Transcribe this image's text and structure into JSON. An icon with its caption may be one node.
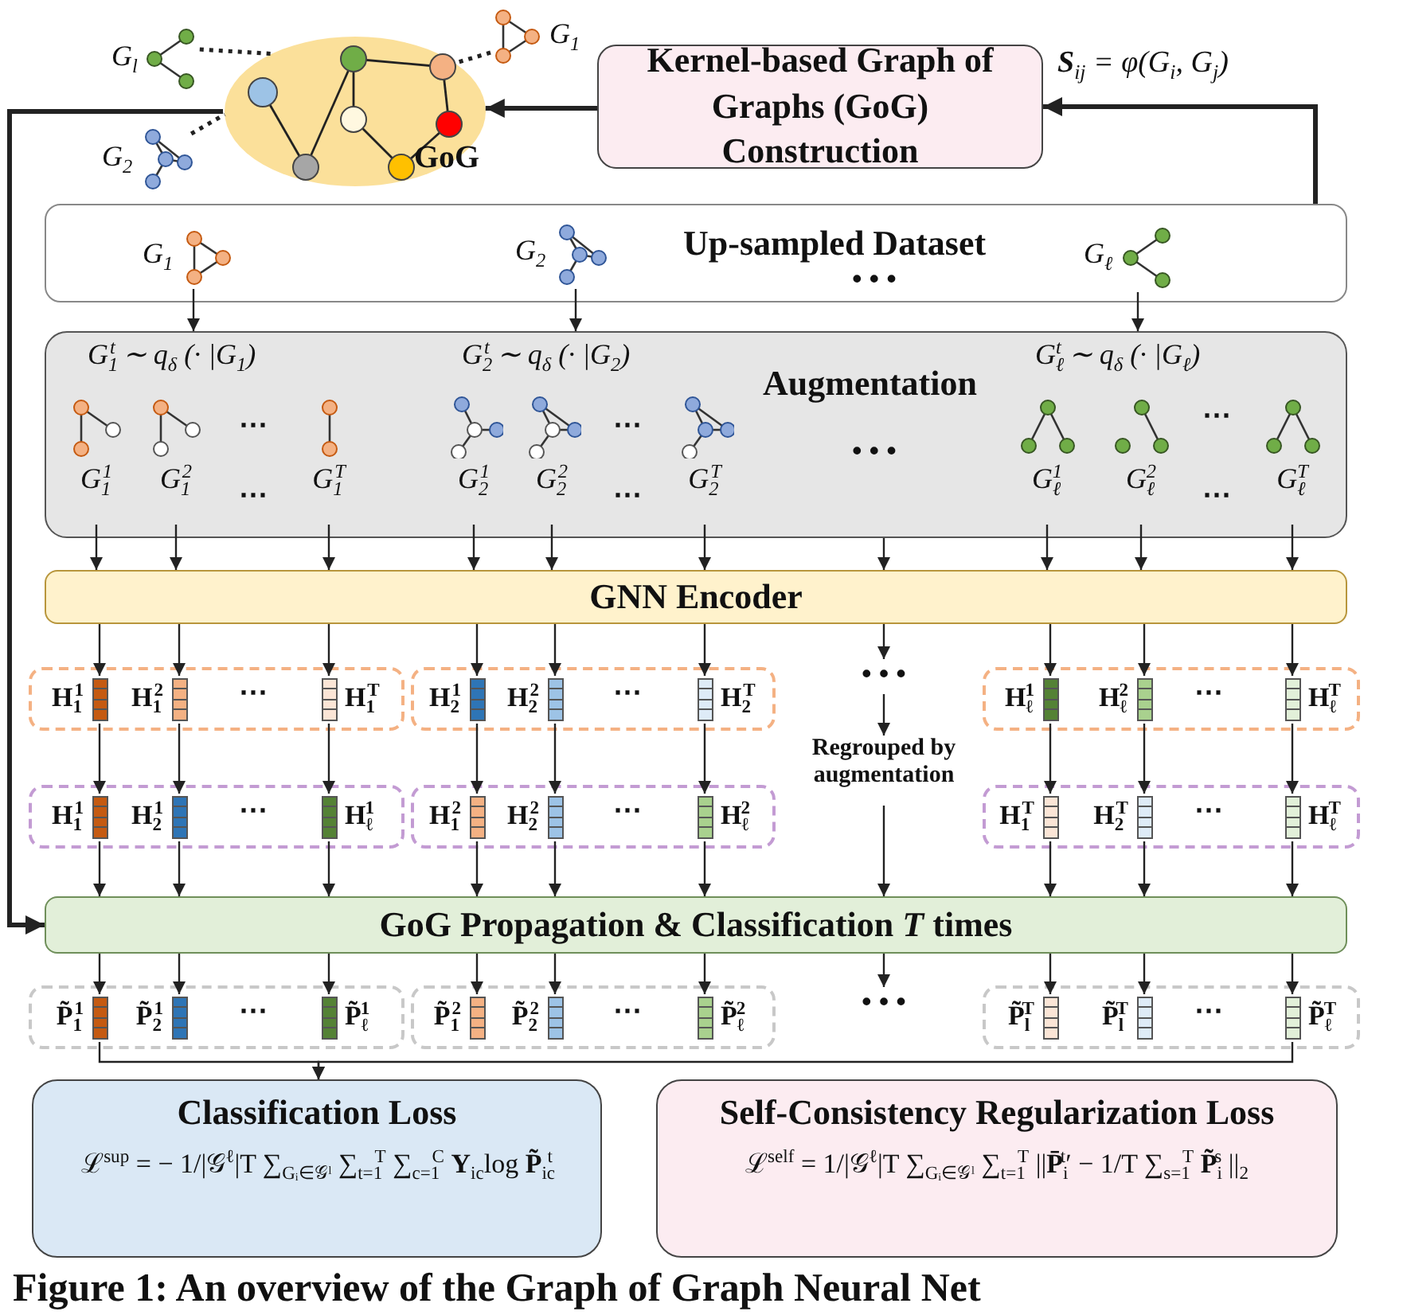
{
  "diagram": {
    "caption": "Figure 1: An overview of the Graph of Graph Neural Net",
    "nodes": [
      {
        "text": [
          "GoG"
        ]
      },
      {
        "text": [
          "G$_{l}$"
        ]
      },
      {
        "text": [
          "G$_{1}$"
        ]
      },
      {
        "text": [
          "G$_{2}$"
        ]
      },
      {
        "text": [
          "Kernel-based Graph of Graphs (GoG) Construction"
        ]
      },
      {
        "text": [
          "Up-sampled Dataset"
        ]
      },
      {
        "text": [
          "G$_{1}$"
        ],
        "in": 5
      },
      {
        "text": [
          "G$_{2}$"
        ],
        "in": 5
      },
      {
        "text": [
          "G$_{ℓ}$"
        ],
        "in": 5
      },
      {
        "text": [
          "Augmentation"
        ]
      },
      {
        "text": [
          "G$_{1}$$^{1}$"
        ],
        "in": 9
      },
      {
        "text": [
          "G$_{1}$$^{2}$"
        ],
        "in": 9
      },
      {
        "text": [
          "G$_{1}$$^{T}$"
        ],
        "in": 9
      },
      {
        "text": [
          "G$_{2}$$^{1}$"
        ],
        "in": 9
      },
      {
        "text": [
          "G$_{2}$$^{2}$"
        ],
        "in": 9
      },
      {
        "text": [
          "G$_{2}$$^{T}$"
        ],
        "in": 9
      },
      {
        "text": [
          "G$_{ℓ}$$^{1}$"
        ],
        "in": 9
      },
      {
        "text": [
          "G$_{ℓ}$$^{2}$"
        ],
        "in": 9
      },
      {
        "text": [
          "G$_{ℓ}$$^{T}$"
        ],
        "in": 9
      },
      {
        "text": [
          "GNN Encoder"
        ]
      },
      {
        "text": [],
        "shape": "box"
      },
      {
        "text": [
          "H$_{1}$$^{1}$"
        ],
        "in": 20
      },
      {
        "text": [
          "H$_{1}$$^{2}$"
        ],
        "in": 20
      },
      {
        "text": [
          "H$_{1}$$^{T}$"
        ],
        "in": 20
      },
      {
        "text": [],
        "shape": "box"
      },
      {
        "text": [
          "H$_{2}$$^{1}$"
        ],
        "in": 24
      },
      {
        "text": [
          "H$_{2}$$^{2}$"
        ],
        "in": 24
      },
      {
        "text": [
          "H$_{2}$$^{T}$"
        ],
        "in": 24
      },
      {
        "text": [
          "• • •"
        ]
      },
      {
        "text": [],
        "shape": "box"
      },
      {
        "text": [
          "H$_{ℓ}$$^{1}$"
        ],
        "in": 29
      },
      {
        "text": [
          "H$_{ℓ}$$^{2}$"
        ],
        "in": 29
      },
      {
        "text": [
          "H$_{ℓ}$$^{T}$"
        ],
        "in": 29
      },
      {
        "text": [
          "Regrouped by augmentation"
        ]
      },
      {
        "text": [],
        "shape": "box"
      },
      {
        "text": [
          "H$_{1}$$^{1}$"
        ],
        "in": 34
      },
      {
        "text": [
          "H$_{2}$$^{1}$"
        ],
        "in": 34
      },
      {
        "text": [
          "H$_{ℓ}$$^{1}$"
        ],
        "in": 34
      },
      {
        "text": [],
        "shape": "box"
      },
      {
        "text": [
          "H$_{1}$$^{2}$"
        ],
        "in": 38
      },
      {
        "text": [
          "H$_{2}$$^{2}$"
        ],
        "in": 38
      },
      {
        "text": [
          "H$_{ℓ}$$^{2}$"
        ],
        "in": 38
      },
      {
        "text": [],
        "shape": "box"
      },
      {
        "text": [
          "H$_{1}$$^{T}$"
        ],
        "in": 42
      },
      {
        "text": [
          "H$_{2}$$^{T}$"
        ],
        "in": 42
      },
      {
        "text": [
          "H$_{ℓ}$$^{T}$"
        ],
        "in": 42
      },
      {
        "text": [
          "GoG Propagation & Classification *T* times"
        ]
      },
      {
        "text": [],
        "shape": "box"
      },
      {
        "text": [
          "P̃$_{1}$$^{1}$"
        ],
        "in": 47
      },
      {
        "text": [
          "P̃$_{2}$$^{1}$"
        ],
        "in": 47
      },
      {
        "text": [
          "P̃$_{ℓ}$$^{1}$"
        ],
        "in": 47
      },
      {
        "text": [],
        "shape": "box"
      },
      {
        "text": [
          "P̃$_{1}$$^{2}$"
        ],
        "in": 51
      },
      {
        "text": [
          "P̃$_{2}$$^{2}$"
        ],
        "in": 51
      },
      {
        "text": [
          "P̃$_{ℓ}$$^{2}$"
        ],
        "in": 51
      },
      {
        "text": [
          "• • •"
        ]
      },
      {
        "text": [],
        "shape": "box"
      },
      {
        "text": [
          "P̃$_{l}$$^{T}$"
        ],
        "in": 56
      },
      {
        "text": [
          "P̃$_{l}$$^{T}$"
        ],
        "in": 56
      },
      {
        "text": [
          "P̃$_{ℓ}$$^{T}$"
        ],
        "in": 56
      },
      {
        "text": [
          "Classification Loss",
          "ℒ$^{sup}$ = − 1/|𝒢$^{ℓ}$|T ∑$_{Gᵢ∈𝒢ˡ}$ ∑$_{t=1}$$^{T}$ ∑$_{c=1}$$^{C}$ **Y**$_{ic}$log **P̃**$_{ic}$$^{t}$"
        ]
      },
      {
        "text": [
          "Self-Consistency Regularization Loss",
          "ℒ$^{self}$ = 1/|𝒢$^{ℓ}$|T ∑$_{Gᵢ∈𝒢ˡ}$ ∑$_{t=1}$$^{T}$ ||**P̄**$_{i}$$^{t}$′ − 1/T ∑$_{s=1}$$^{T}$ **P̃**$_{i}$$^{s}$ ||$_{2}$"
        ]
      }
    ],
    "edges": [
      {
        "from": 1,
        "to": 0,
        "arrow": "none",
        "style": "dashed"
      },
      {
        "from": 2,
        "to": 0,
        "arrow": "none",
        "style": "dashed"
      },
      {
        "from": 3,
        "to": 0,
        "arrow": "none",
        "style": "dashed"
      },
      {
        "from": 4,
        "to": 0,
        "arrow": "to",
        "style": "thick"
      },
      {
        "from": 5,
        "to": 4,
        "arrow": "to",
        "style": "thick",
        "label": "**S**$_{ij}$ = φ(G$_{i}$, G$_{j}$)"
      },
      {
        "from": 6,
        "to": 9,
        "arrow": "to"
      },
      {
        "from": 7,
        "to": 9,
        "arrow": "to"
      },
      {
        "from": 8,
        "to": 9,
        "arrow": "to"
      },
      {
        "from": 10,
        "to": 19,
        "arrow": "to"
      },
      {
        "from": 11,
        "to": 19,
        "arrow": "to"
      },
      {
        "from": 12,
        "to": 19,
        "arrow": "to"
      },
      {
        "from": 13,
        "to": 19,
        "arrow": "to"
      },
      {
        "from": 14,
        "to": 19,
        "arrow": "to"
      },
      {
        "from": 15,
        "to": 19,
        "arrow": "to"
      },
      {
        "from": 16,
        "to": 19,
        "arrow": "to"
      },
      {
        "from": 17,
        "to": 19,
        "arrow": "to"
      },
      {
        "from": 18,
        "to": 19,
        "arrow": "to"
      },
      {
        "from": 9,
        "to": 19,
        "arrow": "to"
      },
      {
        "from": 19,
        "to": 21,
        "arrow": "to"
      },
      {
        "from": 19,
        "to": 22,
        "arrow": "to"
      },
      {
        "from": 19,
        "to": 23,
        "arrow": "to"
      },
      {
        "from": 19,
        "to": 25,
        "arrow": "to"
      },
      {
        "from": 19,
        "to": 26,
        "arrow": "to"
      },
      {
        "from": 19,
        "to": 27,
        "arrow": "to"
      },
      {
        "from": 19,
        "to": 28,
        "arrow": "to"
      },
      {
        "from": 19,
        "to": 30,
        "arrow": "to"
      },
      {
        "from": 19,
        "to": 31,
        "arrow": "to"
      },
      {
        "from": 19,
        "to": 32,
        "arrow": "to"
      },
      {
        "from": 21,
        "to": 35,
        "arrow": "to"
      },
      {
        "from": 22,
        "to": 36,
        "arrow": "to"
      },
      {
        "from": 23,
        "to": 37,
        "arrow": "to"
      },
      {
        "from": 25,
        "to": 39,
        "arrow": "to"
      },
      {
        "from": 26,
        "to": 40,
        "arrow": "to"
      },
      {
        "from": 27,
        "to": 41,
        "arrow": "to"
      },
      {
        "from": 28,
        "to": 33,
        "arrow": "to"
      },
      {
        "from": 30,
        "to": 43,
        "arrow": "to"
      },
      {
        "from": 31,
        "to": 44,
        "arrow": "to"
      },
      {
        "from": 32,
        "to": 45,
        "arrow": "to"
      },
      {
        "from": 35,
        "to": 46,
        "arrow": "to"
      },
      {
        "from": 36,
        "to": 46,
        "arrow": "to"
      },
      {
        "from": 37,
        "to": 46,
        "arrow": "to"
      },
      {
        "from": 39,
        "to": 46,
        "arrow": "to"
      },
      {
        "from": 40,
        "to": 46,
        "arrow": "to"
      },
      {
        "from": 41,
        "to": 46,
        "arrow": "to"
      },
      {
        "from": 33,
        "to": 46,
        "arrow": "to"
      },
      {
        "from": 43,
        "to": 46,
        "arrow": "to"
      },
      {
        "from": 44,
        "to": 46,
        "arrow": "to"
      },
      {
        "from": 45,
        "to": 46,
        "arrow": "to"
      },
      {
        "from": 46,
        "to": 48,
        "arrow": "to"
      },
      {
        "from": 46,
        "to": 49,
        "arrow": "to"
      },
      {
        "from": 46,
        "to": 50,
        "arrow": "to"
      },
      {
        "from": 46,
        "to": 52,
        "arrow": "to"
      },
      {
        "from": 46,
        "to": 53,
        "arrow": "to"
      },
      {
        "from": 46,
        "to": 54,
        "arrow": "to"
      },
      {
        "from": 46,
        "to": 55,
        "arrow": "to"
      },
      {
        "from": 46,
        "to": 57,
        "arrow": "to"
      },
      {
        "from": 46,
        "to": 58,
        "arrow": "to"
      },
      {
        "from": 46,
        "to": 59,
        "arrow": "to"
      },
      {
        "from": 0,
        "to": 46,
        "arrow": "to",
        "style": "thick"
      },
      {
        "from": 48,
        "to": 60,
        "arrow": "to"
      },
      {
        "from": 59,
        "to": 60,
        "arrow": "to"
      }
    ],
    "labels": [
      "• • •",
      "G$_{1}$$^{t}$ ∼ q$_{δ}$ (· |G$_{1}$)",
      "G$_{2}$$^{t}$ ∼ q$_{δ}$ (· |G$_{2}$)",
      "G$_{ℓ}$$^{t}$ ∼ q$_{δ}$ (· |G$_{ℓ}$)",
      "⋯",
      "⋯",
      "⋯",
      "• • •",
      "⋯",
      "⋯",
      "⋯",
      "⋯",
      "⋯",
      "⋯",
      "⋯",
      "⋯",
      "⋯",
      "⋯",
      "⋯",
      "⋯"
    ]
  }
}
